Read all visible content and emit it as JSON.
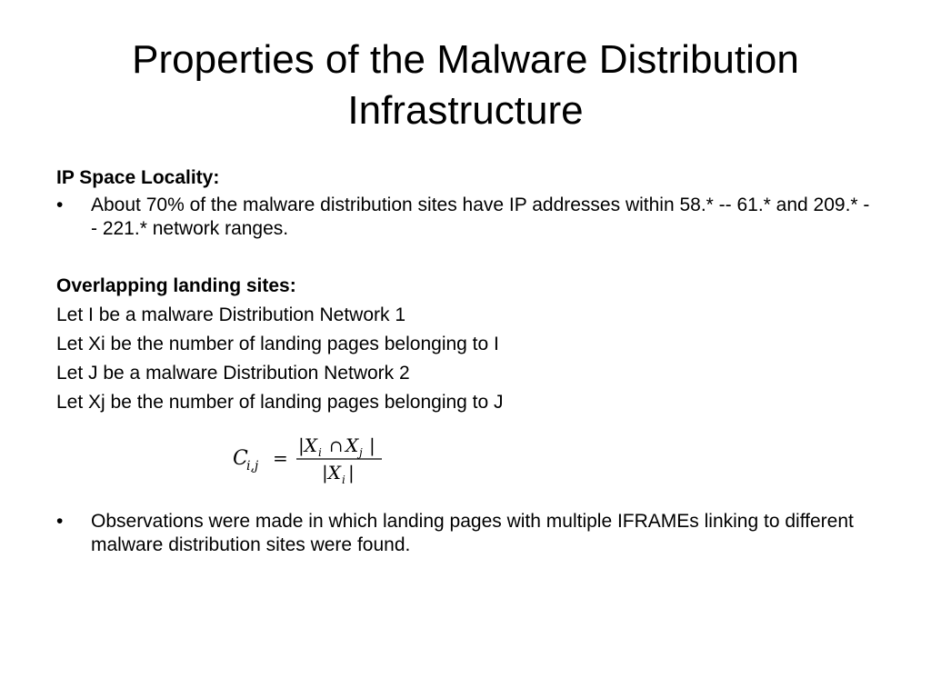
{
  "slide": {
    "title": "Properties of the Malware Distribution Infrastructure",
    "sections": {
      "ip_heading": "IP Space Locality:",
      "ip_bullet": "About 70% of the malware distribution sites have IP addresses within 58.* -- 61.* and 209.* -- 221.* network ranges.",
      "overlap_heading": "Overlapping landing sites:",
      "overlap_lines": [
        "Let I be a malware Distribution Network 1",
        "Let Xi be the number of landing pages belonging to I",
        "Let J be a malware Distribution Network 2",
        "Let Xj be the number of landing pages belonging to J"
      ],
      "formula": {
        "lhs": "C",
        "lhs_sub": "i,j",
        "equals": "=",
        "num": "|X",
        "num_sub_i": "i",
        "cap": "∩",
        "num_x2": "X",
        "num_sub_j": "j",
        "num_close": "|",
        "den": "|X",
        "den_sub": "i",
        "den_close": "|"
      },
      "obs_bullet": "Observations were made in which landing pages with multiple IFRAMEs linking to different malware distribution sites were found."
    },
    "bullet_glyph": "•"
  }
}
